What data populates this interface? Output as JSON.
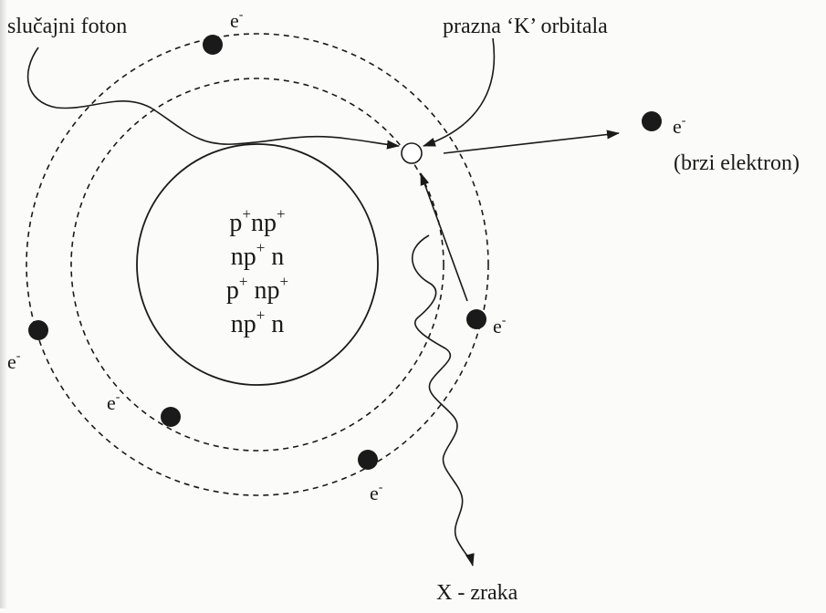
{
  "labels": {
    "incident_photon": "slučajni foton",
    "empty_k_orbital": "prazna ‘K’ orbitala",
    "fast_electron": "(brzi elektron)",
    "x_ray": "X - zraka"
  },
  "electron_symbol": {
    "base": "e",
    "sup": "-"
  },
  "nucleus": {
    "rows": [
      [
        {
          "t": "p"
        },
        {
          "s": "+"
        },
        {
          "t": "np"
        },
        {
          "s": "+"
        }
      ],
      [
        {
          "t": "np"
        },
        {
          "s": "+"
        },
        {
          "t": " n"
        }
      ],
      [
        {
          "t": "p"
        },
        {
          "s": "+"
        },
        {
          "t": " np"
        },
        {
          "s": "+"
        }
      ],
      [
        {
          "t": "np"
        },
        {
          "s": "+"
        },
        {
          "t": "  n"
        }
      ]
    ]
  },
  "colors": {
    "ink": "#1a1a1a",
    "background": "#fbfbf9"
  }
}
